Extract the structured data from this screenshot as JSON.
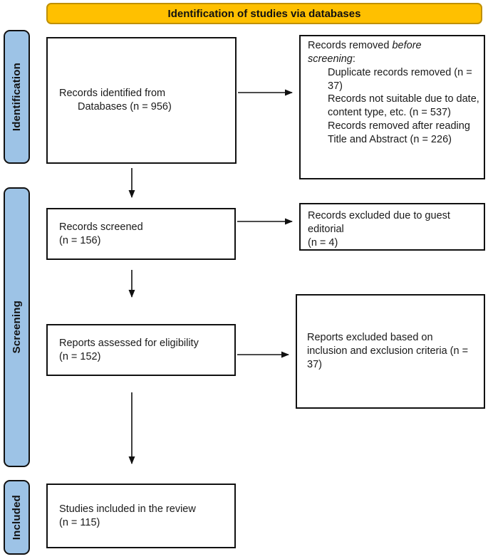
{
  "banner": {
    "label": "Identification of studies via databases"
  },
  "stages": [
    {
      "label": "Identification"
    },
    {
      "label": "Screening"
    },
    {
      "label": "Included"
    }
  ],
  "boxes": {
    "identified": {
      "line1": "Records identified from",
      "line2": "Databases (n = 956)"
    },
    "removed": {
      "intro_regular": "Records removed ",
      "intro_italic_line1": "before",
      "intro_italic_line2": "screening",
      "intro_suffix": ":",
      "items": [
        "Duplicate records removed (n = 37)",
        "Records not suitable due to date, content type, etc. (n = 537)",
        "Records removed after reading Title and Abstract (n = 226)"
      ]
    },
    "screened": {
      "line1": "Records screened",
      "line2": "(n = 156)"
    },
    "excluded_guest": {
      "line1": "Records excluded due to guest editorial",
      "line2": "(n = 4)"
    },
    "assessed": {
      "line1": "Reports assessed for eligibility",
      "line2": "(n = 152)"
    },
    "excluded_criteria": {
      "line1": "Reports excluded based on inclusion and exclusion criteria (n = 37)"
    },
    "included": {
      "line1": "Studies included in the review",
      "line2": "(n = 115)"
    }
  },
  "colors": {
    "banner_fill": "#FFC000",
    "banner_border": "#BF9000",
    "stage_fill": "#9DC3E6",
    "outline": "#111111",
    "text": "#1A1A1A",
    "background": "#FFFFFF"
  }
}
